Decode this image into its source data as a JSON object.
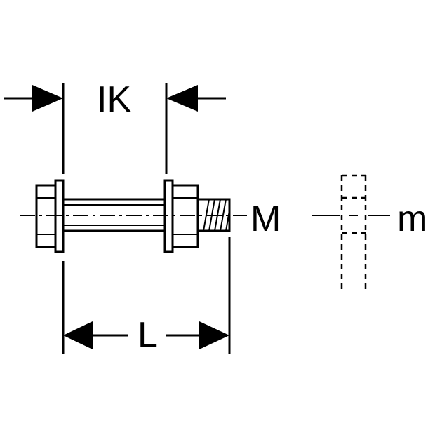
{
  "labels": {
    "installation_length": "IK",
    "length": "L",
    "thread_size": "M",
    "nut_height": "m"
  },
  "colors": {
    "ink": "#000000",
    "background": "#ffffff"
  }
}
